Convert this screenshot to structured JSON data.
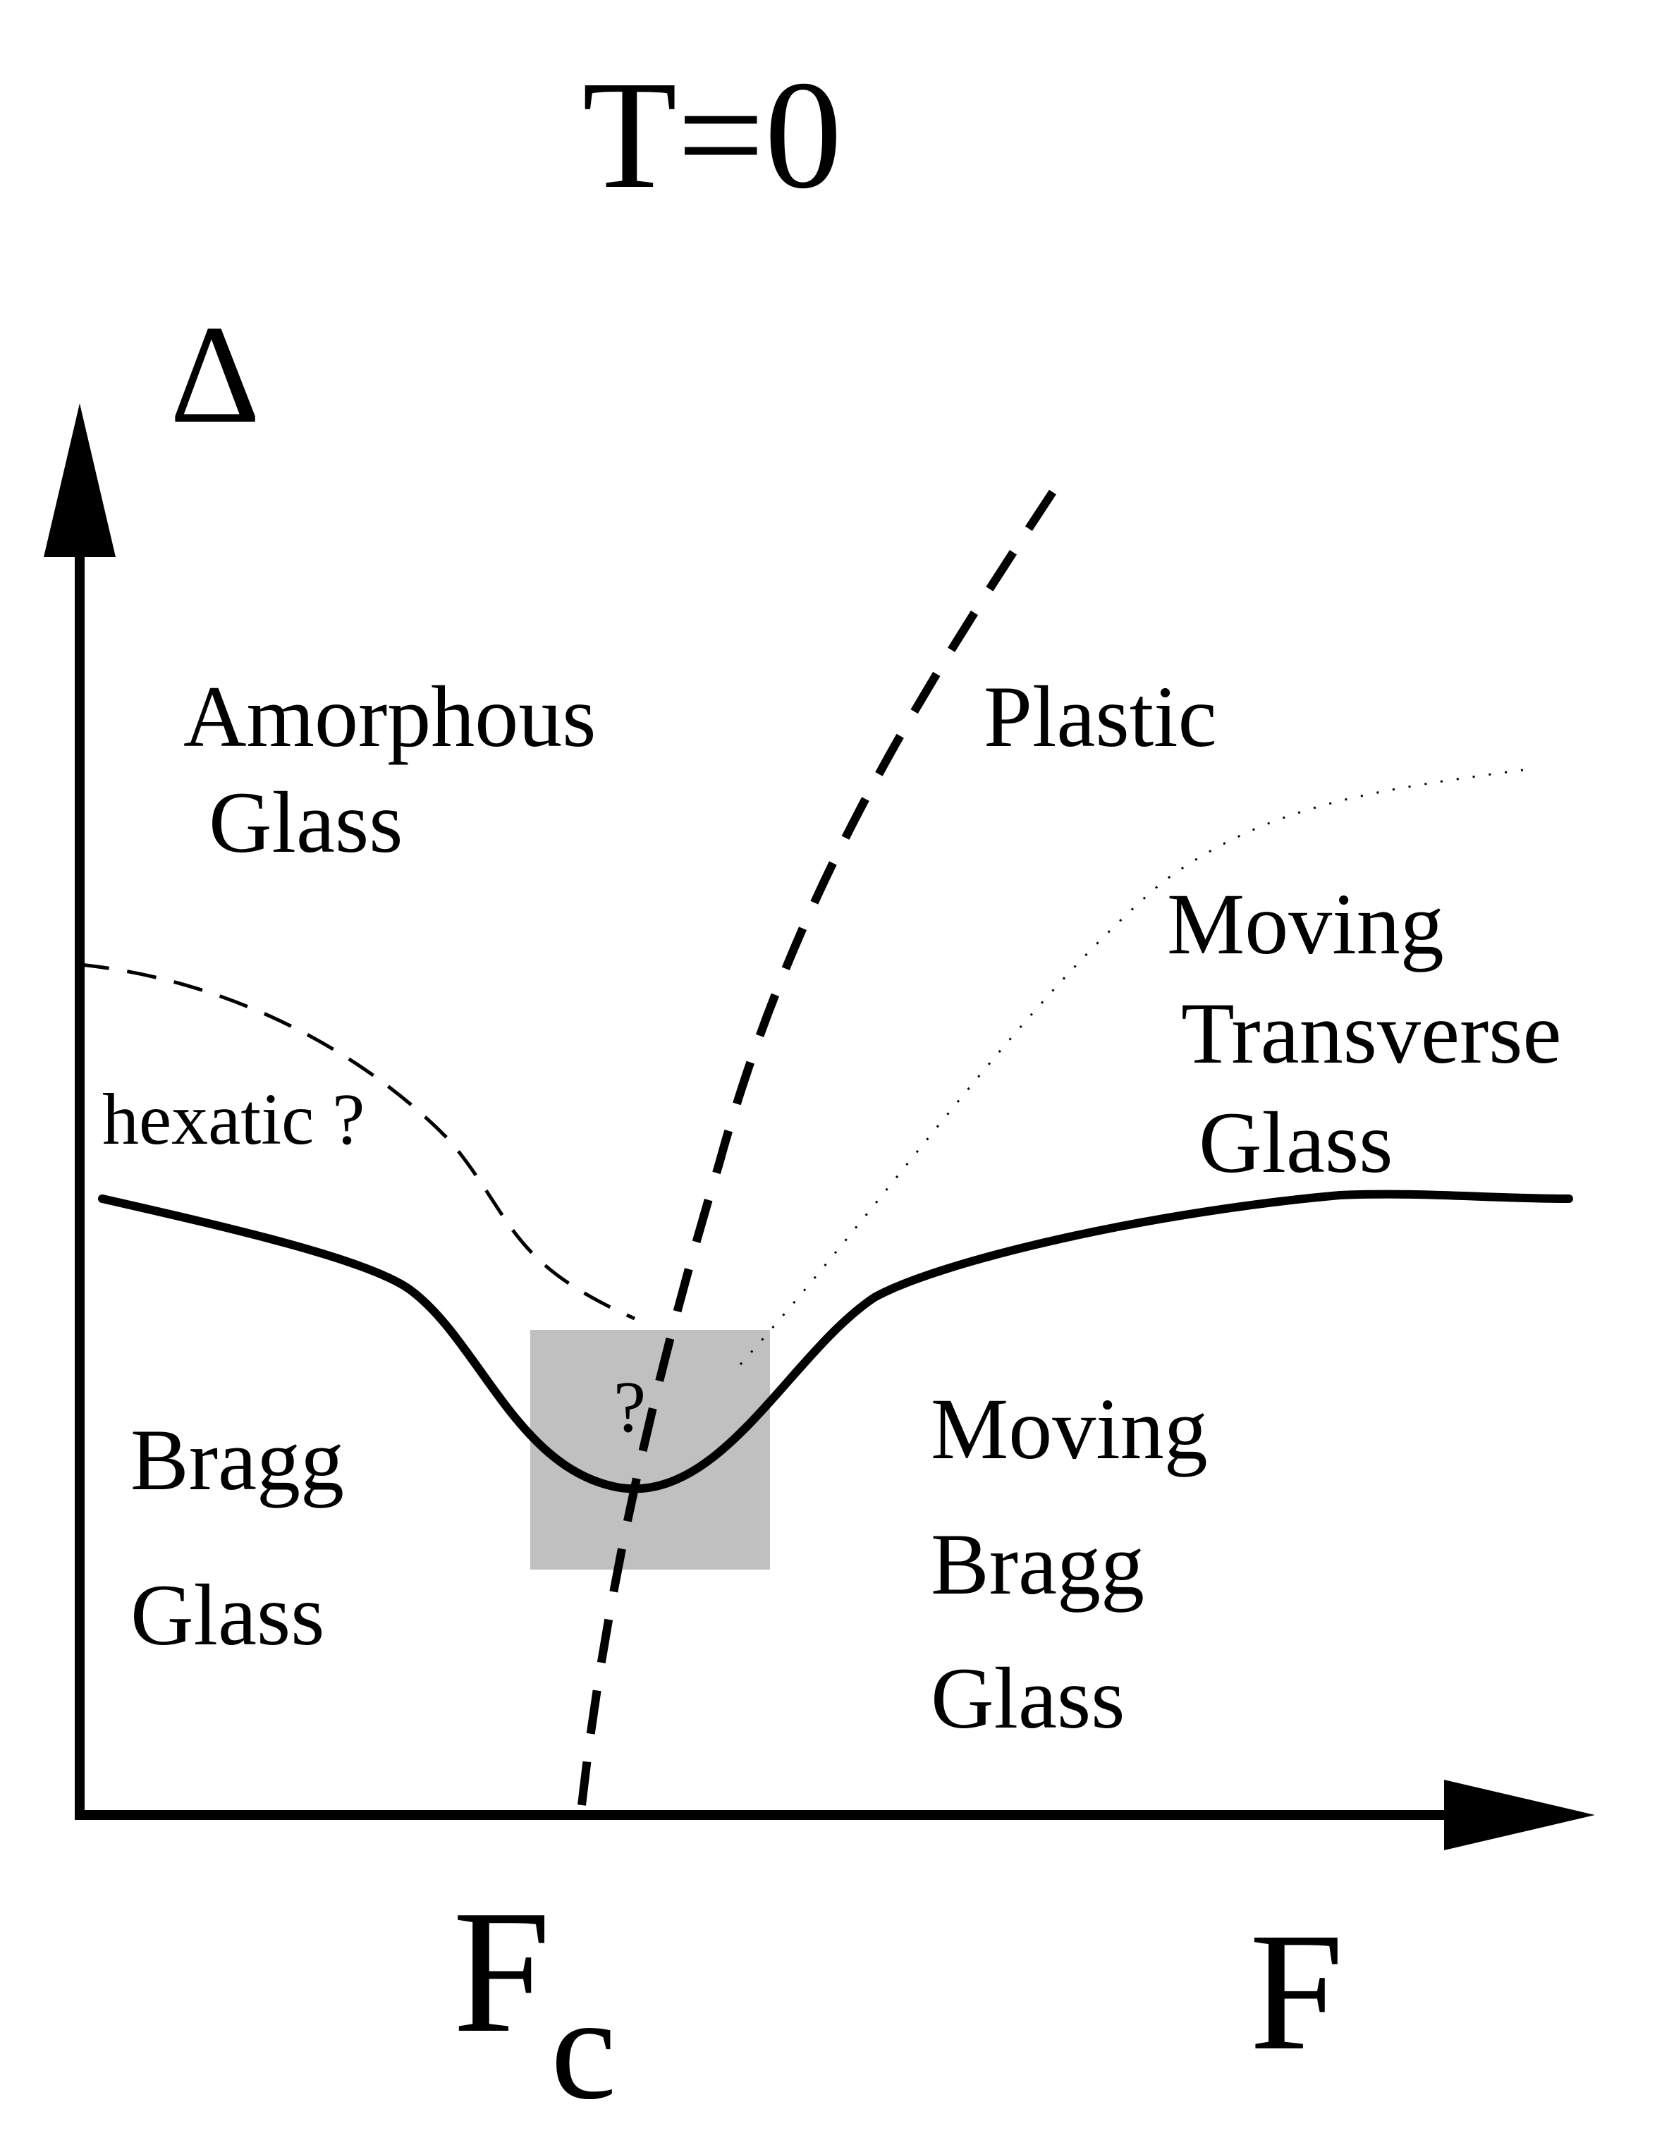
{
  "title": "T=0",
  "axes": {
    "y_label": "Δ",
    "x_label": "F",
    "x_tick_label": "F",
    "x_tick_subscript": "c"
  },
  "regions": {
    "amorphous_glass": [
      "Amorphous",
      "Glass"
    ],
    "plastic": "Plastic",
    "moving_transverse_glass": [
      "Moving",
      "Transverse",
      "Glass"
    ],
    "hexatic": "hexatic ?",
    "bragg_glass": [
      "Bragg",
      "Glass"
    ],
    "moving_bragg_glass": [
      "Moving",
      "Bragg",
      "Glass"
    ],
    "uncertain_region_mark": "?"
  },
  "colors": {
    "line": "#000000",
    "uncertain_region_fill": "#c0c0c0",
    "background": "#ffffff"
  }
}
